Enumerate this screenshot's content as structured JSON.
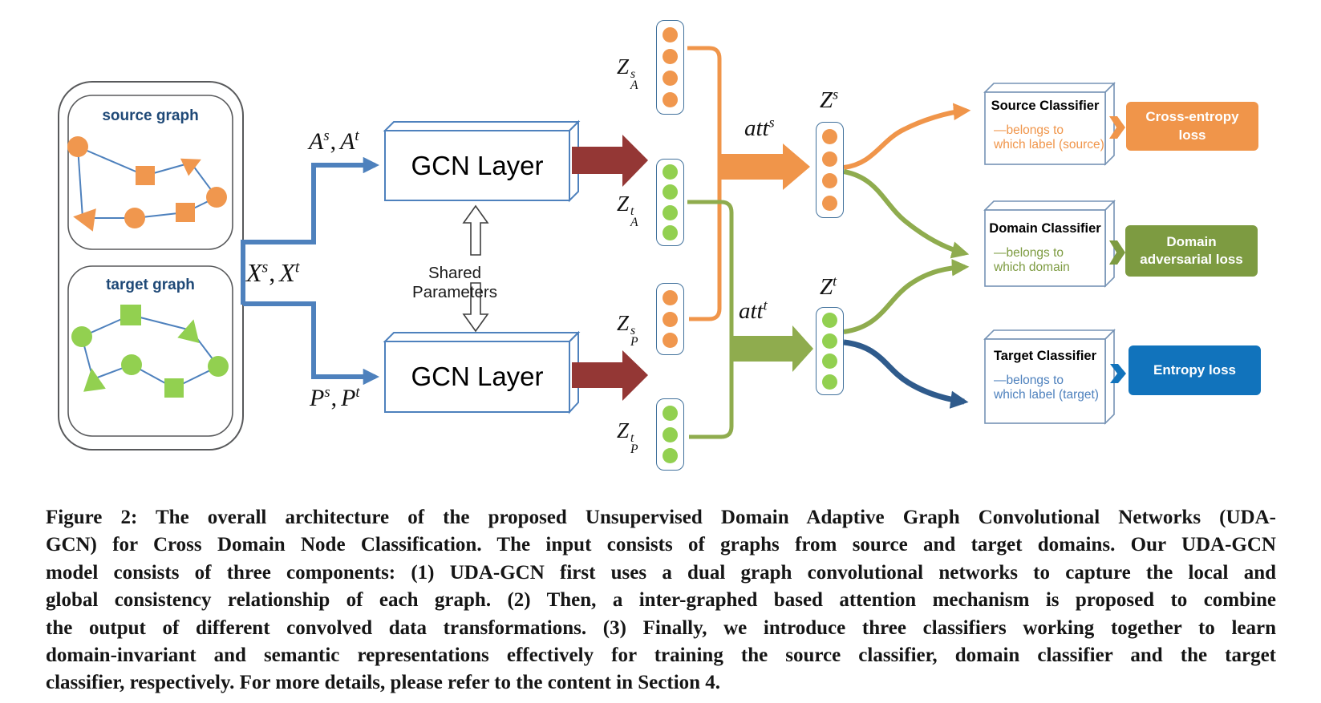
{
  "figure": {
    "graphs_panel": {
      "source_label": "source graph",
      "target_label": "target graph"
    },
    "gcn": {
      "top_label": "GCN Layer",
      "bottom_label": "GCN Layer",
      "shared_label": "Shared Parameters"
    },
    "math": {
      "a_pair": {
        "b1": "A",
        "s1": "s",
        "sep": ",",
        "b2": "A",
        "s2": "t"
      },
      "x_pair": {
        "b1": "X",
        "s1": "s",
        "sep": ",",
        "b2": "X",
        "s2": "t"
      },
      "p_pair": {
        "b1": "P",
        "s1": "s",
        "sep": ",",
        "b2": "P",
        "s2": "t"
      },
      "z_a_s": {
        "base": "Z",
        "sup": "s",
        "sub": "A"
      },
      "z_a_t": {
        "base": "Z",
        "sup": "t",
        "sub": "A"
      },
      "z_p_s": {
        "base": "Z",
        "sup": "s",
        "sub": "P"
      },
      "z_p_t": {
        "base": "Z",
        "sup": "t",
        "sub": "P"
      },
      "att_s": {
        "base": "att",
        "sup": "s"
      },
      "att_t": {
        "base": "att",
        "sup": "t"
      },
      "z_s": {
        "base": "Z",
        "sup": "s"
      },
      "z_t": {
        "base": "Z",
        "sup": "t"
      }
    },
    "classifiers": [
      {
        "title": "Source Classifier",
        "desc1": "—belongs to",
        "desc2": "which label (source)"
      },
      {
        "title": "Domain Classifier",
        "desc1": "—belongs to",
        "desc2": "which domain"
      },
      {
        "title": "Target Classifier",
        "desc1": "—belongs to",
        "desc2": "which label (target)"
      }
    ],
    "losses": [
      {
        "label": "Cross-entropy loss"
      },
      {
        "label": "Domain adversarial loss"
      },
      {
        "label": "Entropy loss"
      }
    ],
    "colors": {
      "orange": "#F0954A",
      "node_green": "#92D050",
      "olive_green": "#8FAC4E",
      "olive_box": "#7D9B41",
      "dark_red": "#943735",
      "connector_blue": "#4E81BD",
      "dark_blue": "#2F5B8C",
      "entropy_blue": "#1173BC",
      "label_navy": "#1F4977"
    }
  },
  "caption": {
    "lines": [
      "Figure 2: The overall architecture of the proposed Unsupervised Domain Adaptive Graph Convolutional Networks (UDA-",
      "GCN) for Cross Domain Node Classification. The input consists of graphs from source and target domains. Our UDA-GCN",
      "model consists of three components: (1) UDA-GCN first uses a dual graph convolutional networks to capture the local and",
      "global consistency relationship of each graph. (2) Then, a inter-graphed based attention mechanism is proposed to combine",
      "the output of different convolved data transformations. (3) Finally, we introduce three classifiers working together to learn",
      "domain-invariant and semantic representations effectively for training the source classifier, domain classifier and the target",
      "classifier, respectively. For more details, please refer to the content in Section 4."
    ]
  }
}
